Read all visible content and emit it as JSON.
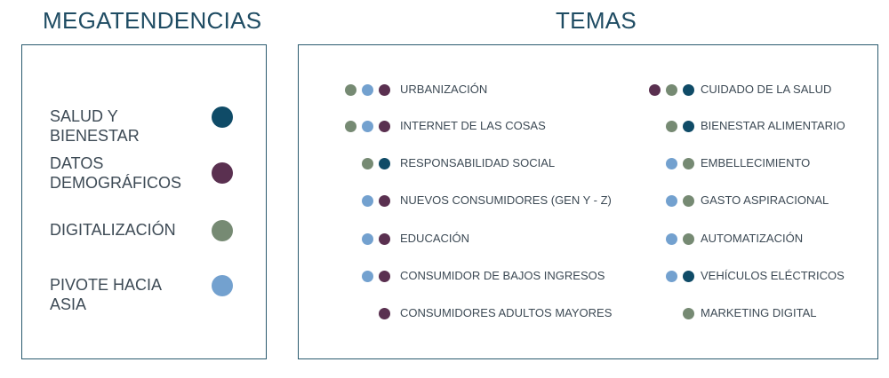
{
  "headings": {
    "megatrends": "MEGATENDENCIAS",
    "topics": "TEMAS"
  },
  "colors": {
    "salud": "#0f4b67",
    "datos": "#5a3050",
    "digital": "#768a73",
    "asia": "#73a1cf"
  },
  "legend": [
    {
      "label": "SALUD Y BIENESTAR",
      "color": "salud"
    },
    {
      "label": "DATOS DEMOGRÁFICOS",
      "color": "datos"
    },
    {
      "label": "DIGITALIZACIÓN",
      "color": "digital"
    },
    {
      "label": "PIVOTE HACIA ASIA",
      "color": "asia"
    }
  ],
  "topics_left": [
    {
      "label": "URBANIZACIÓN",
      "dots": [
        "digital",
        "asia",
        "datos"
      ]
    },
    {
      "label": "INTERNET DE LAS COSAS",
      "dots": [
        "digital",
        "asia",
        "datos"
      ]
    },
    {
      "label": "RESPONSABILIDAD SOCIAL",
      "dots": [
        "digital",
        "salud"
      ]
    },
    {
      "label": "NUEVOS CONSUMIDORES (GEN Y - Z)",
      "dots": [
        "asia",
        "datos"
      ]
    },
    {
      "label": "EDUCACIÓN",
      "dots": [
        "asia",
        "datos"
      ]
    },
    {
      "label": "CONSUMIDOR DE BAJOS INGRESOS",
      "dots": [
        "asia",
        "datos"
      ]
    },
    {
      "label": "CONSUMIDORES ADULTOS MAYORES",
      "dots": [
        "datos"
      ]
    }
  ],
  "topics_right": [
    {
      "label": "CUIDADO DE LA SALUD",
      "dots": [
        "datos",
        "digital",
        "salud"
      ]
    },
    {
      "label": "BIENESTAR ALIMENTARIO",
      "dots": [
        "digital",
        "salud"
      ]
    },
    {
      "label": "EMBELLECIMIENTO",
      "dots": [
        "asia",
        "digital"
      ]
    },
    {
      "label": "GASTO ASPIRACIONAL",
      "dots": [
        "asia",
        "digital"
      ]
    },
    {
      "label": "AUTOMATIZACIÓN",
      "dots": [
        "asia",
        "digital"
      ]
    },
    {
      "label": "VEHÍCULOS ELÉCTRICOS",
      "dots": [
        "asia",
        "salud"
      ]
    },
    {
      "label": "MARKETING DIGITAL",
      "dots": [
        "digital"
      ]
    }
  ]
}
